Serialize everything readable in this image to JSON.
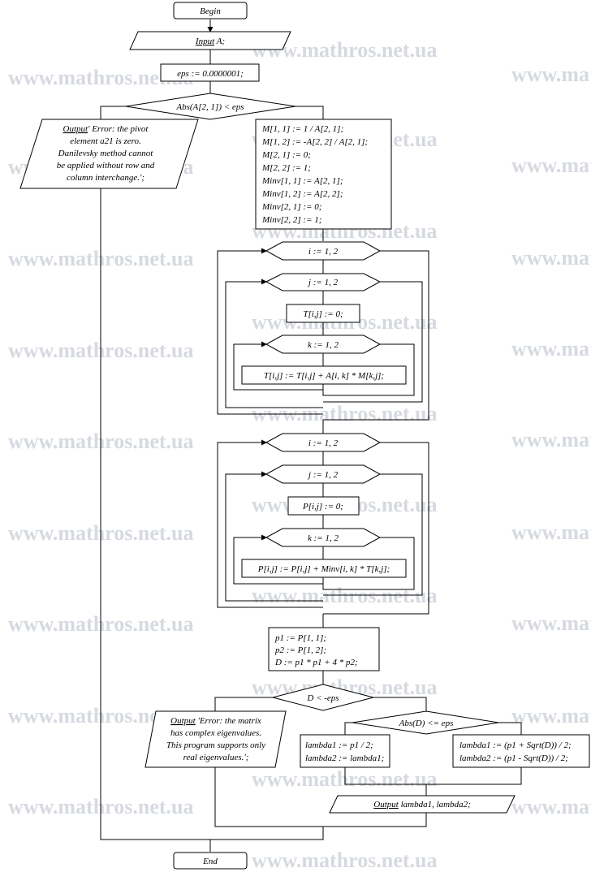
{
  "watermark": "www.mathros.net.ua",
  "blocks": {
    "begin": "Begin",
    "input_kw": "Input",
    "input_rest": " A;",
    "eps": "eps := 0.0000001;",
    "cond_pivot": "Abs(A[2, 1]) < eps",
    "err1_kw": "Output",
    "err1_lines": [
      "' Error: the pivot",
      "element a21 is zero.",
      "Danilevsky method cannot",
      "be applied without row and",
      "column interchange.';"
    ],
    "init_lines": [
      "M[1, 1] := 1 / A[2, 1];",
      "M[1, 2] := -A[2, 2] / A[2, 1];",
      "M[2, 1] := 0;",
      "M[2, 2] := 1;",
      "Minv[1, 1] := A[2, 1];",
      "Minv[1, 2] := A[2, 2];",
      "Minv[2, 1] := 0;",
      "Minv[2, 2] := 1;"
    ],
    "loop1_i": "i := 1, 2",
    "loop1_j": "j := 1, 2",
    "t_init": "T[i,j] := 0;",
    "loop1_k": "k := 1, 2",
    "t_sum": "T[i,j] := T[i,j] + A[i, k] * M[k,j];",
    "loop2_i": "i := 1, 2",
    "loop2_j": "j := 1, 2",
    "p_init": "P[i,j] := 0;",
    "loop2_k": "k := 1, 2",
    "p_sum": "P[i,j] := P[i,j] + Minv[i, k] * T[k,j];",
    "coef_lines": [
      "p1 := P[1, 1];",
      "p2 := P[1, 2];",
      "D := p1 * p1 + 4 * p2;"
    ],
    "cond_d": "D < -eps",
    "err2_kw": "Output",
    "err2_lines": [
      " 'Error: the matrix",
      "has complex eigenvalues.",
      "This program supports only",
      "real eigenvalues.';"
    ],
    "cond_abs": "Abs(D) <= eps",
    "lam_eq_lines": [
      "lambda1 := p1 / 2;",
      "lambda2 := lambda1;"
    ],
    "lam_ne_lines": [
      "lambda1 := (p1 + Sqrt(D)) / 2;",
      "lambda2 := (p1 - Sqrt(D)) / 2;"
    ],
    "out_kw": "Output",
    "out_rest": " lambda1, lambda2;",
    "end": "End"
  }
}
